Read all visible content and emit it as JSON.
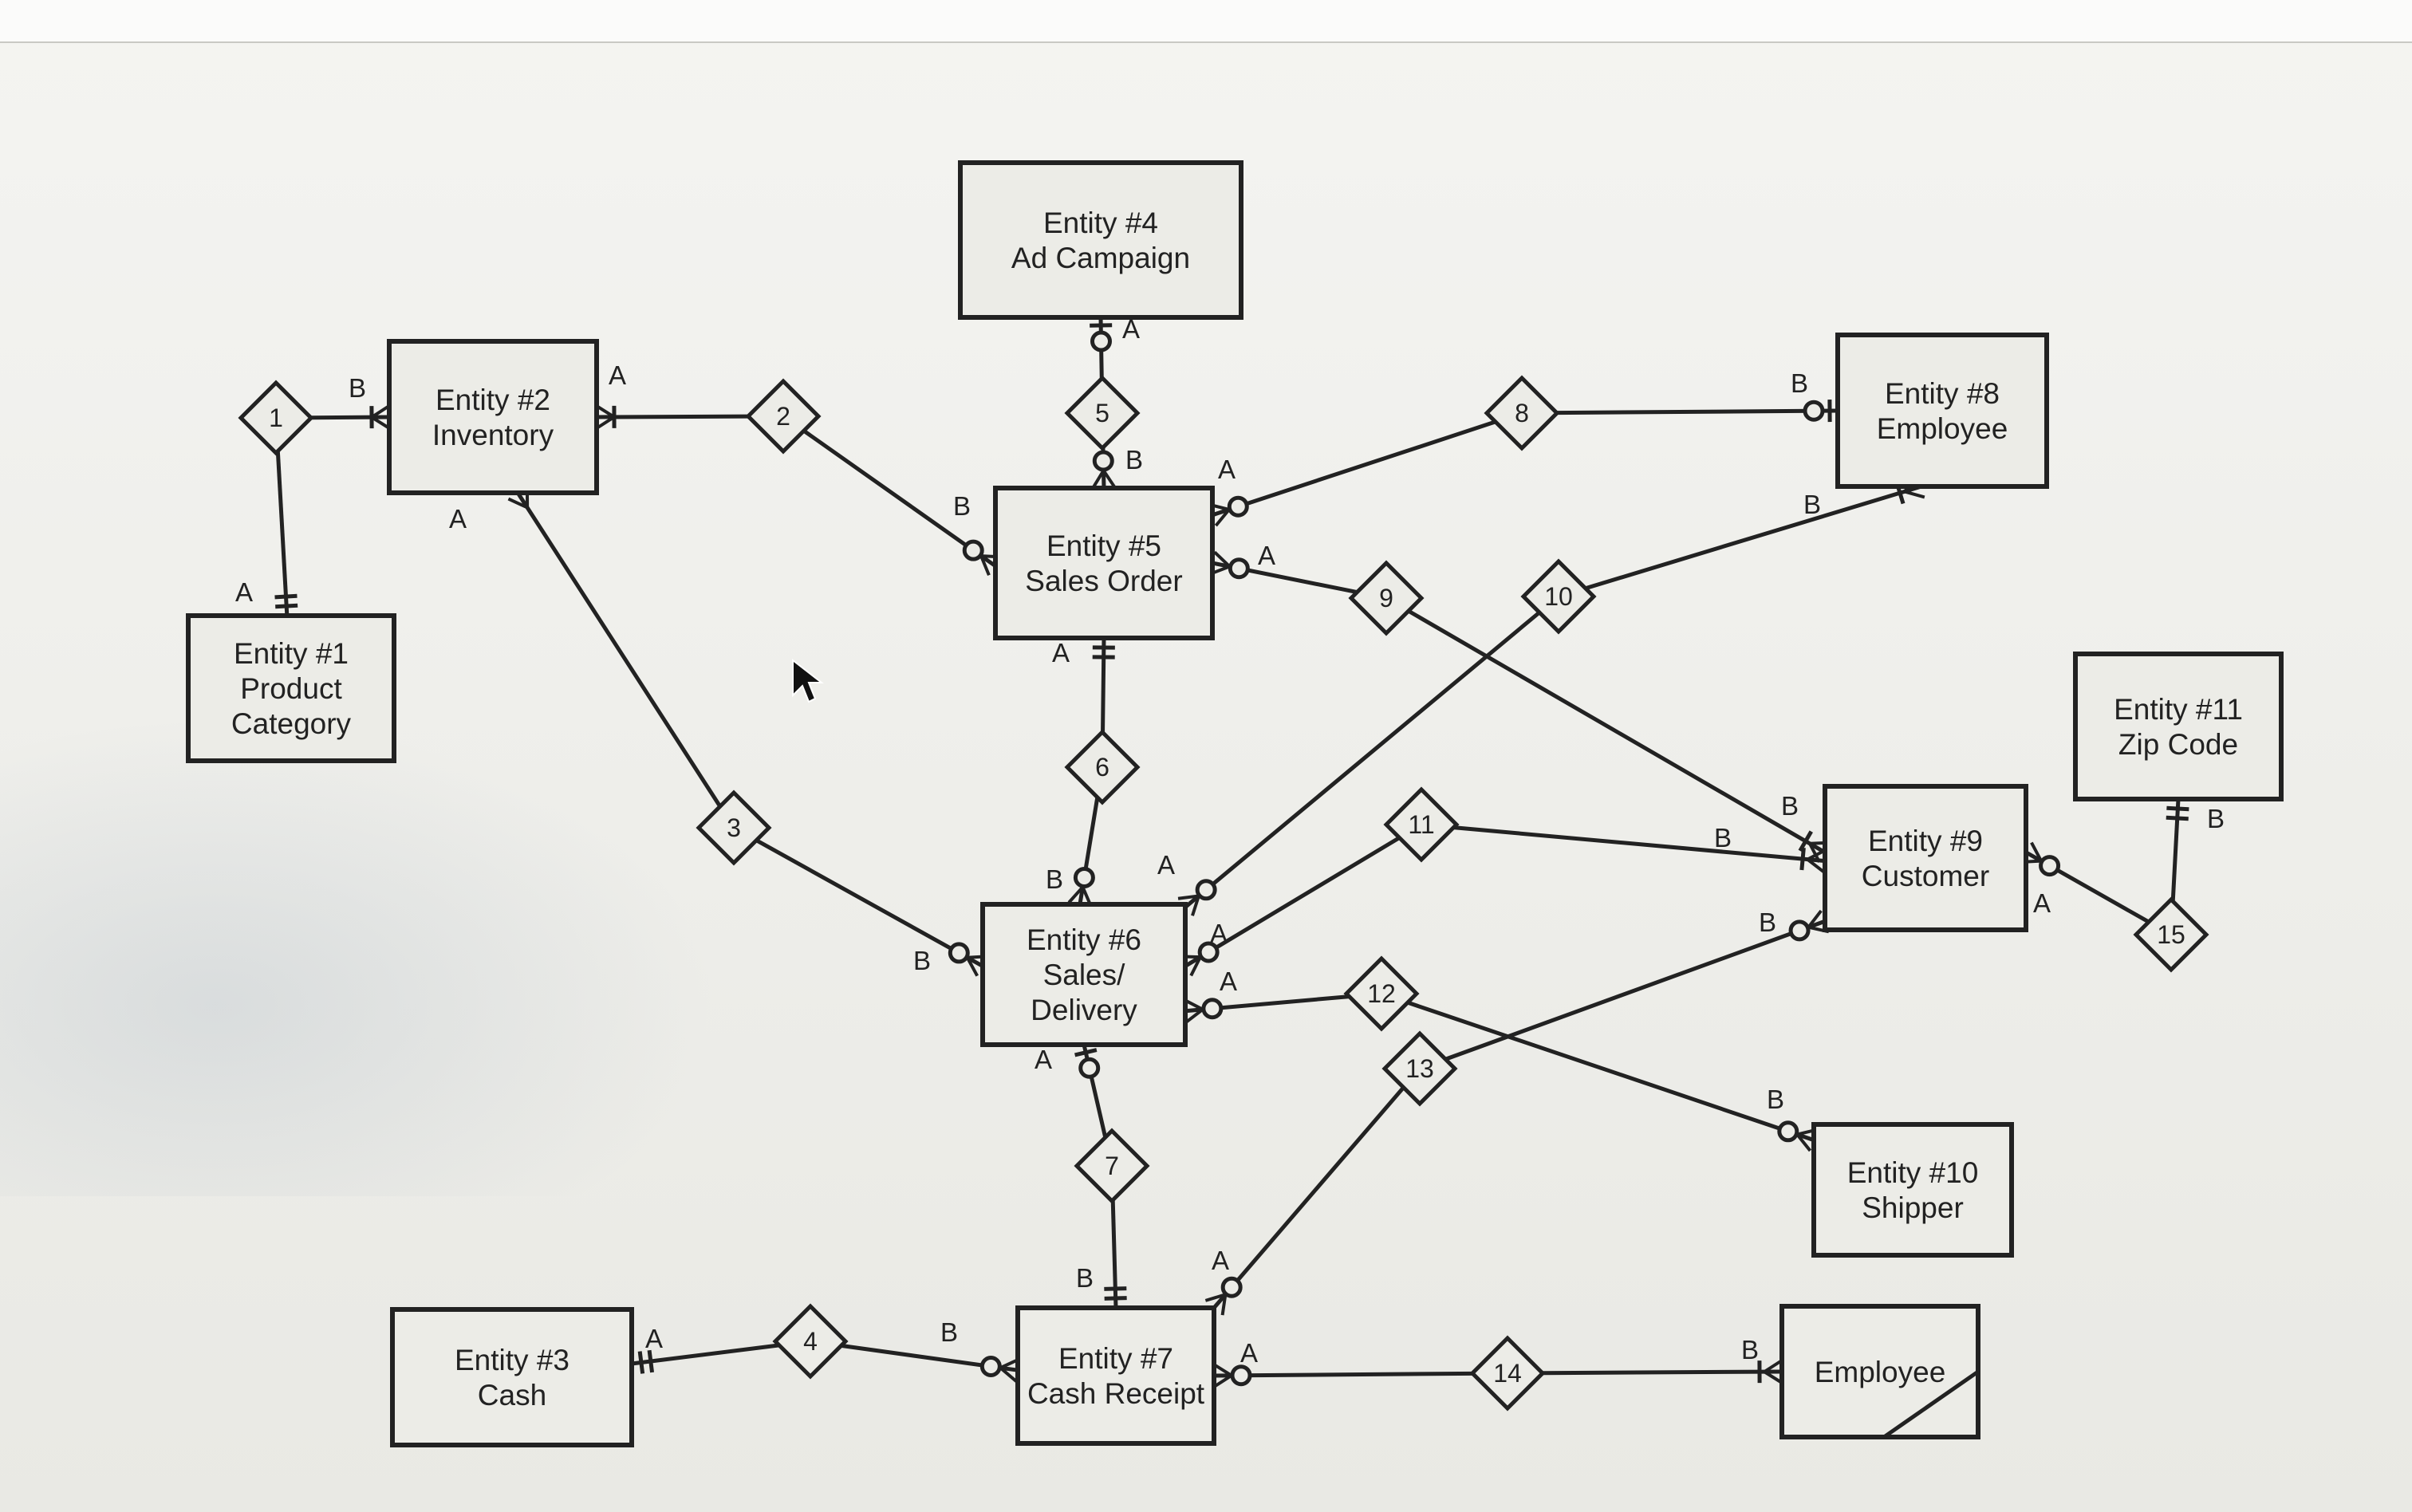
{
  "entities": [
    {
      "id": "e1",
      "lines": [
        "Entity #1",
        "Product",
        "Category"
      ]
    },
    {
      "id": "e2",
      "lines": [
        "Entity #2",
        "Inventory"
      ]
    },
    {
      "id": "e3",
      "lines": [
        "Entity #3",
        "Cash"
      ]
    },
    {
      "id": "e4",
      "lines": [
        "Entity #4",
        "Ad Campaign"
      ]
    },
    {
      "id": "e5",
      "lines": [
        "Entity #5",
        "Sales Order"
      ]
    },
    {
      "id": "e6",
      "lines": [
        "Entity #6",
        "Sales/",
        "Delivery"
      ]
    },
    {
      "id": "e7",
      "lines": [
        "Entity #7",
        "Cash Receipt"
      ]
    },
    {
      "id": "e8",
      "lines": [
        "Entity #8",
        "Employee"
      ]
    },
    {
      "id": "e9",
      "lines": [
        "Entity #9",
        "Customer"
      ]
    },
    {
      "id": "e10",
      "lines": [
        "Entity #10",
        "Shipper"
      ]
    },
    {
      "id": "e11",
      "lines": [
        "Entity #11",
        "Zip Code"
      ]
    },
    {
      "id": "eEmp",
      "lines": [
        "Employee"
      ]
    }
  ],
  "relationships": [
    "1",
    "2",
    "3",
    "4",
    "5",
    "6",
    "7",
    "8",
    "9",
    "10",
    "11",
    "12",
    "13",
    "14",
    "15"
  ],
  "cardinality_labels": [
    "A",
    "B"
  ],
  "colors": {
    "stroke": "#222222",
    "entity_fill": "#ecece7",
    "diamond_fill": "#ecece7"
  }
}
